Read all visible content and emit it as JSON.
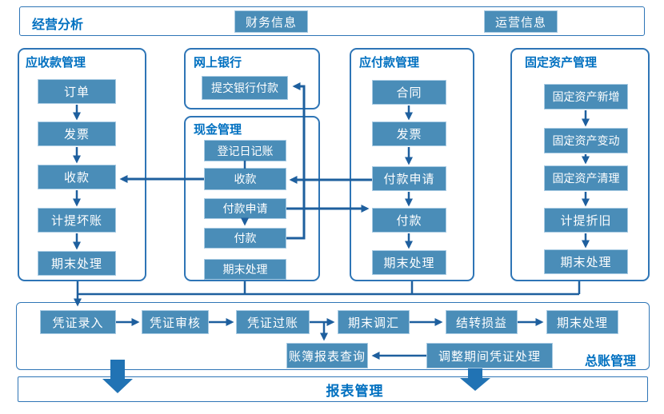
{
  "colors": {
    "title_blue": "#0070C0",
    "panel_border": "#2E75B6",
    "node_fill": "#4A8DB8",
    "node_border": "#A9CBE3",
    "node_text": "#FFFFFF",
    "connector": "#1E5F9E",
    "block_arrow": "#2173B4"
  },
  "header": {
    "title": "经营分析",
    "financial_btn": "财务信息",
    "operations_btn": "运营信息"
  },
  "receivable": {
    "title": "应收款管理",
    "steps": [
      "订单",
      "发票",
      "收款",
      "计提坏账",
      "期末处理"
    ]
  },
  "online_banking": {
    "title": "网上银行",
    "steps": [
      "提交银行付款"
    ]
  },
  "cash": {
    "title": "现金管理",
    "steps": [
      "登记日记账",
      "收款",
      "付款申请",
      "付款",
      "期末处理"
    ]
  },
  "payable": {
    "title": "应付款管理",
    "steps": [
      "合同",
      "发票",
      "付款申请",
      "付款",
      "期末处理"
    ]
  },
  "fixed_assets": {
    "title": "固定资产管理",
    "steps": [
      "固定资产新增",
      "固定资产变动",
      "固定资产清理",
      "计提折旧",
      "期末处理"
    ]
  },
  "general_ledger": {
    "title": "总账管理",
    "row1": [
      "凭证录入",
      "凭证审核",
      "凭证过账",
      "期末调汇",
      "结转损益",
      "期末处理"
    ],
    "row2": [
      "账簿报表查询",
      "调整期间凭证处理"
    ]
  },
  "reports": {
    "title": "报表管理"
  }
}
